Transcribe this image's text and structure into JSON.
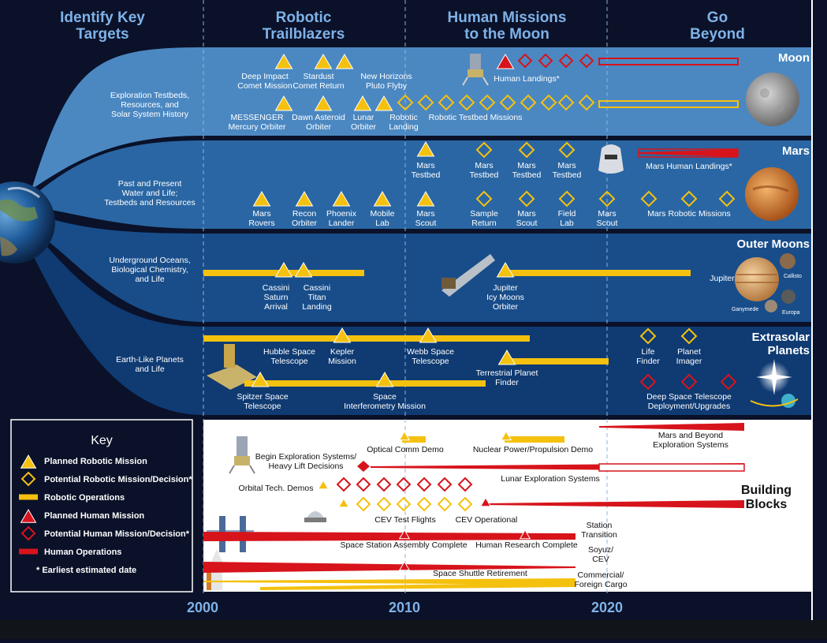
{
  "headers": [
    "Identify Key|Targets",
    "Robotic|Trailblazers",
    "Human Missions|to the Moon",
    "Go|Beyond"
  ],
  "years": [
    "2000",
    "2010",
    "2020"
  ],
  "themes": [
    "Exploration Testbeds,|Resources, and|Solar System History",
    "Past and Present|Water and Life;|Testbeds and Resources",
    "Underground Oceans,|Biological Chemistry,|and Life",
    "Earth-Like Planets|and Life"
  ],
  "destinations": {
    "moon": "Moon",
    "mars": "Mars",
    "outer_moons": "Outer Moons",
    "extrasolar": "Extrasolar|Planets",
    "jupiter": "Jupiter",
    "callisto": "Callisto",
    "ganymede": "Ganymede",
    "europa": "Europa"
  },
  "moon_row": {
    "top_missions": [
      "Deep Impact|Comet Mission",
      "Stardust|Comet Return",
      "New Horizons|Pluto Flyby"
    ],
    "human_landings": "Human Landings*",
    "bottom_missions": [
      "MESSENGER|Mercury Orbiter",
      "Dawn Asteroid|Orbiter",
      "Lunar|Orbiter",
      "Robotic|Landing"
    ],
    "robotic_testbed": "Robotic Testbed Missions"
  },
  "mars_row": {
    "top": [
      "Mars|Testbed",
      "Mars|Testbed",
      "Mars|Testbed",
      "Mars|Testbed"
    ],
    "human_landings": "Mars Human Landings*",
    "bottom": [
      "Mars|Rovers",
      "Recon|Orbiter",
      "Phoenix|Lander",
      "Mobile|Lab",
      "Mars|Scout",
      "Sample|Return",
      "Mars|Scout",
      "Field|Lab",
      "Mars|Scout"
    ],
    "robotic_missions": "Mars Robotic Missions"
  },
  "outer_row": {
    "missions": [
      "Cassini|Saturn|Arrival",
      "Cassini|Titan|Landing",
      "Jupiter|Icy Moons|Orbiter"
    ]
  },
  "extrasolar_row": {
    "missions": [
      "Hubble Space|Telescope",
      "Kepler|Mission",
      "Webb Space|Telescope",
      "Terrestrial Planet|Finder",
      "Spitzer Space|Telescope",
      "Space|Interferometry Mission"
    ],
    "future": [
      "Life|Finder",
      "Planet|Imager"
    ],
    "deep_space": "Deep Space Telescope|Deployment/Upgrades"
  },
  "building_blocks": {
    "title": "Building|Blocks",
    "labels": {
      "optical": "Optical Comm Demo",
      "nuclear": "Nuclear Power/Propulsion Demo",
      "mars_beyond": "Mars and Beyond|Exploration Systems",
      "begin": "Begin Exploration Systems/|Heavy Lift Decisions",
      "lunar_sys": "Lunar Exploration Systems",
      "orbital": "Orbital Tech. Demos",
      "cev_flights": "CEV Test Flights",
      "cev_op": "CEV Operational",
      "station_transition": "Station|Transition",
      "assembly": "Space Station Assembly Complete",
      "research": "Human Research Complete",
      "soyuz": "Soyuz/|CEV",
      "shuttle_ret": "Space Shuttle Retirement",
      "cargo": "Commercial/|Foreign Cargo"
    }
  },
  "key": {
    "title": "Key",
    "items": [
      "Planned Robotic Mission",
      "Potential Robotic Mission/Decision*",
      "Robotic Operations",
      "Planned Human Mission",
      "Potential Human Mission/Decision*",
      "Human Operations",
      "* Earliest estimated date"
    ]
  },
  "colors": {
    "yellow": "#f4c10f",
    "red": "#d7141b",
    "band1": "#4b88c2",
    "band2": "#2a66a3",
    "band3": "#184d8a",
    "band4": "#0f3a72",
    "header_text": "#7fb2e8"
  }
}
